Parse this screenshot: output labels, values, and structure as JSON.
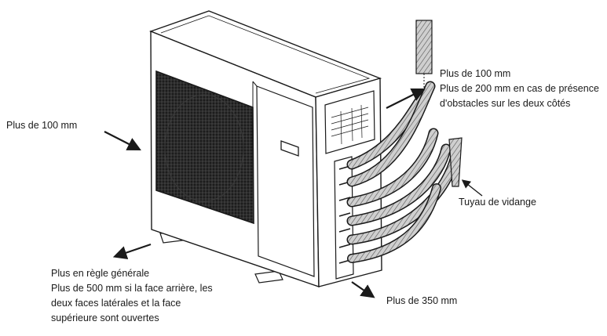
{
  "labels": {
    "left_clearance": "Plus de 100 mm",
    "right_clearance_line1": "Plus de 100 mm",
    "right_clearance_line2": "Plus de 200 mm en cas de présence",
    "right_clearance_line3": "d'obstacles sur les deux côtés",
    "drain_pipe": "Tuyau de vidange",
    "front_clearance": "Plus de 350 mm",
    "rear_line1": "Plus en règle générale",
    "rear_line2": "Plus de 500 mm si la face arrière, les",
    "rear_line3": "deux faces latérales et la face",
    "rear_line4": "supérieure sont ouvertes"
  },
  "colors": {
    "ink": "#1a1a1a",
    "fan_grille": "#1c1c1c",
    "panel": "#ffffff",
    "hose": "#777777"
  },
  "icons": [
    "arrow-left-clearance",
    "arrow-right-clearance",
    "arrow-rear-clearance",
    "arrow-front-clearance",
    "arrow-drain-pipe"
  ]
}
